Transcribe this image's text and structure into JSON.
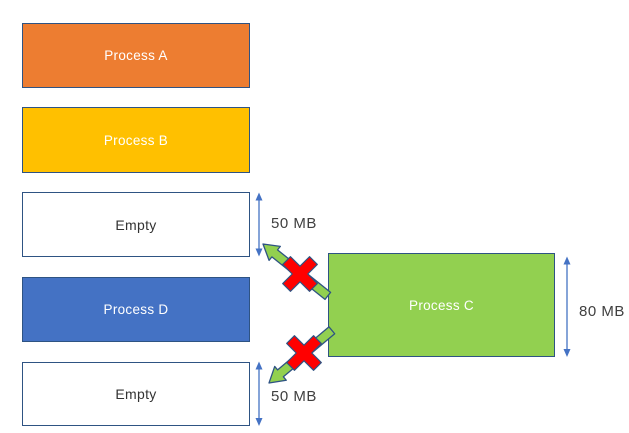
{
  "diagram": {
    "description": "Memory external fragmentation diagram: Process C (80 MB) cannot fit into either 50 MB empty hole",
    "blocks": [
      {
        "id": "process-a",
        "label": "Process A",
        "fill": "#ED7D31"
      },
      {
        "id": "process-b",
        "label": "Process B",
        "fill": "#FFC000"
      },
      {
        "id": "empty-top",
        "label": "Empty",
        "fill": "#FFFFFF",
        "size": "50 MB"
      },
      {
        "id": "process-d",
        "label": "Process D",
        "fill": "#4472C4"
      },
      {
        "id": "empty-bottom",
        "label": "Empty",
        "fill": "#FFFFFF",
        "size": "50 MB"
      }
    ],
    "incoming_process": {
      "id": "process-c",
      "label": "Process C",
      "fill": "#92D050",
      "size": "80 MB"
    },
    "measurements": {
      "empty_top": "50 MB",
      "empty_bottom": "50 MB",
      "process_c": "80 MB"
    },
    "icons": [
      "measure-arrow-icon",
      "move-arrow-icon",
      "blocked-cross-icon"
    ],
    "colors": {
      "outline": "#2E5383",
      "measure_arrow": "#4472C4",
      "move_arrow_fill": "#92D050",
      "cross_fill": "#FF0000",
      "label_text": "#404040",
      "block_text": "#FFFFFF"
    }
  }
}
